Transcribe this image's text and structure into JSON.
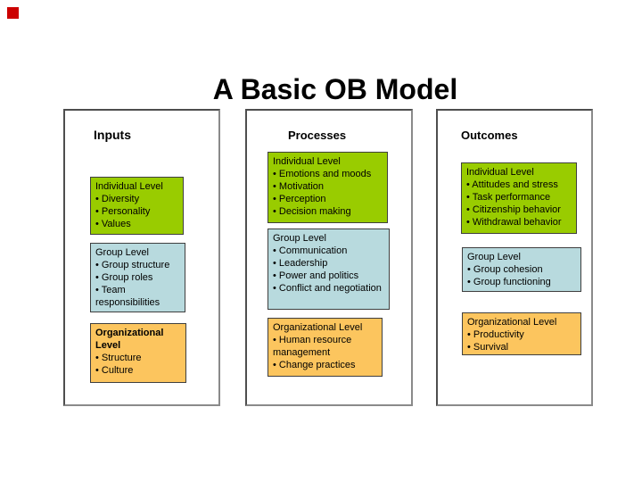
{
  "slide": {
    "title": "A Basic OB Model"
  },
  "decoration": {
    "red_square_color": "#cc0000"
  },
  "colors": {
    "individual": "#99cc00",
    "group": "#b8dade",
    "organizational": "#fcc55e"
  },
  "columns": [
    {
      "label": "Inputs",
      "boxes": [
        {
          "level": "individual",
          "header": "Individual Level",
          "bullets": [
            "• Diversity",
            "• Personality",
            "• Values"
          ]
        },
        {
          "level": "group",
          "header": "Group Level",
          "bullets": [
            "• Group structure",
            "• Group roles",
            "• Team responsibilities"
          ]
        },
        {
          "level": "organizational",
          "header": "Organizational Level",
          "bullets": [
            "• Structure",
            "• Culture"
          ]
        }
      ]
    },
    {
      "label": "Processes",
      "boxes": [
        {
          "level": "individual",
          "header": "Individual Level",
          "bullets": [
            "• Emotions and moods",
            "• Motivation",
            "• Perception",
            "• Decision making"
          ]
        },
        {
          "level": "group",
          "header": "Group Level",
          "bullets": [
            "• Communication",
            "• Leadership",
            "• Power and politics",
            "• Conflict and negotiation"
          ]
        },
        {
          "level": "organizational",
          "header": "Organizational Level",
          "bullets": [
            "• Human resource management",
            "• Change practices"
          ]
        }
      ]
    },
    {
      "label": "Outcomes",
      "boxes": [
        {
          "level": "individual",
          "header": "Individual Level",
          "bullets": [
            "• Attitudes and stress",
            "• Task performance",
            "• Citizenship behavior",
            "• Withdrawal behavior"
          ]
        },
        {
          "level": "group",
          "header": "Group Level",
          "bullets": [
            "• Group cohesion",
            "• Group functioning"
          ]
        },
        {
          "level": "organizational",
          "header": "Organizational Level",
          "bullets": [
            "• Productivity",
            "• Survival"
          ]
        }
      ]
    }
  ]
}
